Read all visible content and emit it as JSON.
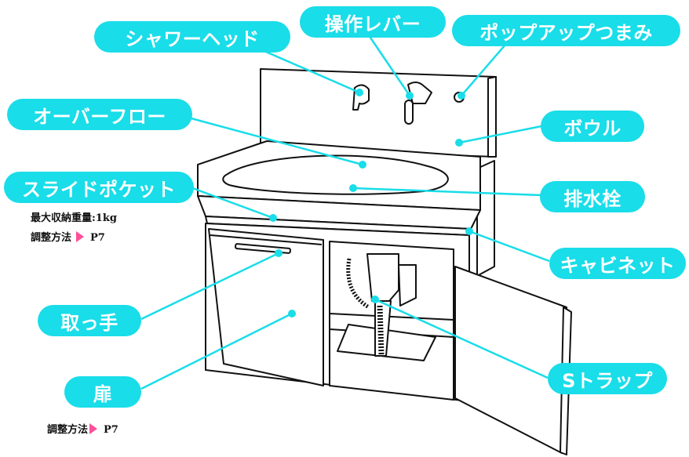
{
  "labels": {
    "shower_head": "シャワーヘッド",
    "lever": "操作レバー",
    "popup_knob": "ポップアップつまみ",
    "overflow": "オーバーフロー",
    "bowl": "ボウル",
    "slide_pocket": "スライドポケット",
    "drain_plug": "排水栓",
    "cabinet": "キャビネット",
    "handle": "取っ手",
    "s_trap": "Sトラップ",
    "door": "扉"
  },
  "notes": {
    "pocket_weight": "最大収納重量:1kg",
    "pocket_adjust": "調整方法",
    "pocket_page": "P7",
    "door_adjust": "調整方法",
    "door_page": "P7"
  },
  "colors": {
    "accent": "#19dde8",
    "arrow": "#ff4f9a",
    "line": "#111111"
  }
}
